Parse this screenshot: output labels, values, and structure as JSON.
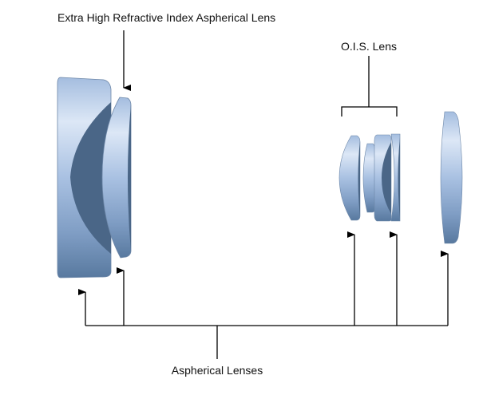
{
  "labels": {
    "top": "Extra High Refractive Index Aspherical Lens",
    "ois": "O.I.S. Lens",
    "bottom": "Aspherical Lenses"
  },
  "colors": {
    "lens_light": "#dce7f6",
    "lens_mid": "#9db6da",
    "lens_dark": "#58799f",
    "lens_concave": "#4a6687",
    "line": "#000000"
  }
}
